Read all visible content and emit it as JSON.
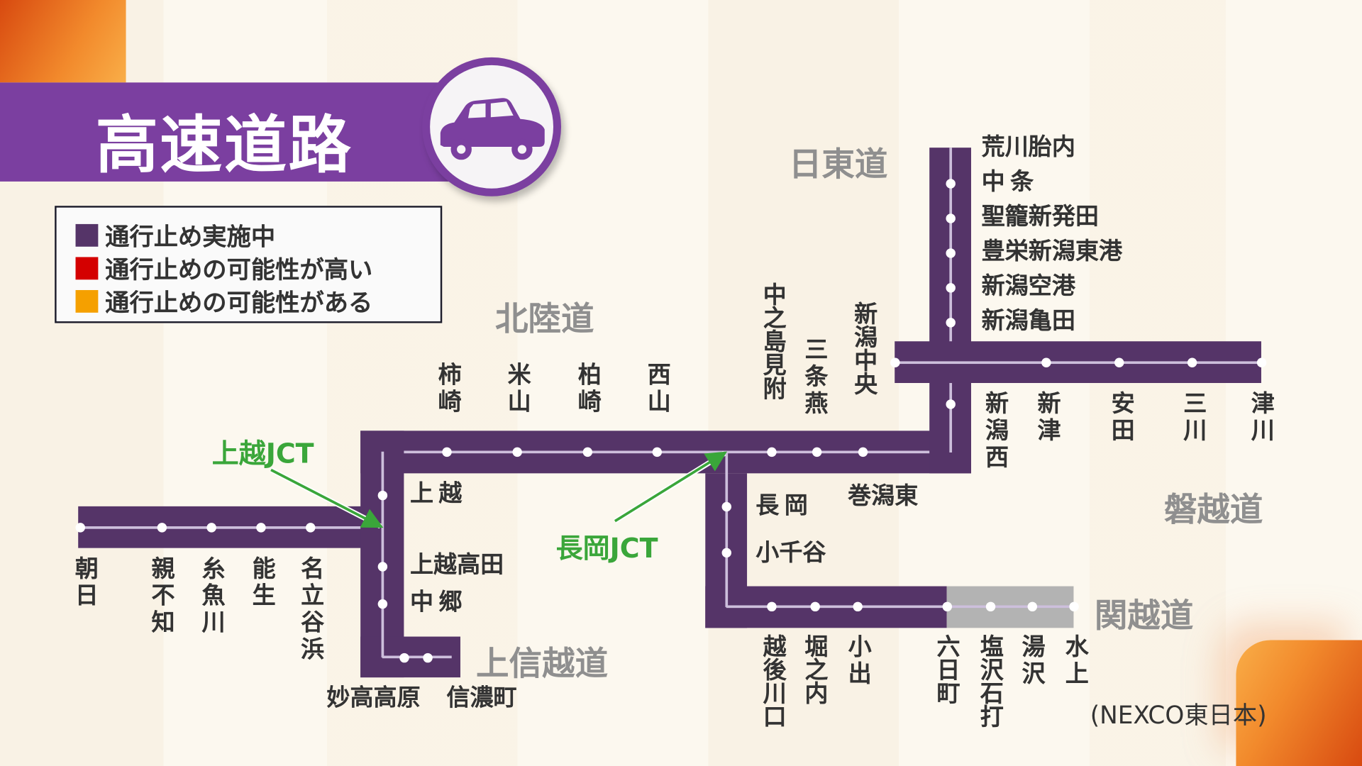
{
  "header": {
    "title": "高速道路",
    "icon": "car-icon"
  },
  "legend": [
    {
      "label": "通行止め実施中",
      "color": "#553468"
    },
    {
      "label": "通行止めの可能性が高い",
      "color": "#d40000"
    },
    {
      "label": "通行止めの可能性がある",
      "color": "#f5a000"
    }
  ],
  "roads": {
    "nichito": "日東道",
    "hokuriku": "北陸道",
    "banetsu": "磐越道",
    "kanetsu": "関越道",
    "joshinetsu": "上信越道"
  },
  "junctions": {
    "joetsu": "上越JCT",
    "nagaoka": "長岡JCT"
  },
  "stations": {
    "hokuriku_west": [
      "朝日",
      "親不知",
      "糸魚川",
      "能生",
      "名立谷浜"
    ],
    "hokuriku_main": [
      "柿崎",
      "米山",
      "柏崎",
      "西山",
      "中之島見附",
      "三条燕",
      "新潟中央"
    ],
    "joshinetsu": [
      "上越",
      "上越高田",
      "中郷",
      "妙高高原",
      "信濃町"
    ],
    "nichito": [
      "荒川胎内",
      "中条",
      "聖籠新発田",
      "豊栄新潟東港",
      "新潟空港",
      "新潟亀田"
    ],
    "banetsu": [
      "新潟西",
      "新津",
      "安田",
      "三川",
      "津川"
    ],
    "nagaoka": [
      "長岡",
      "小千谷",
      "巻潟東"
    ],
    "kanetsu": [
      "越後川口",
      "堀之内",
      "小出",
      "六日町",
      "塩沢石打",
      "湯沢",
      "水上"
    ]
  },
  "source": "(NEXCO東日本)"
}
